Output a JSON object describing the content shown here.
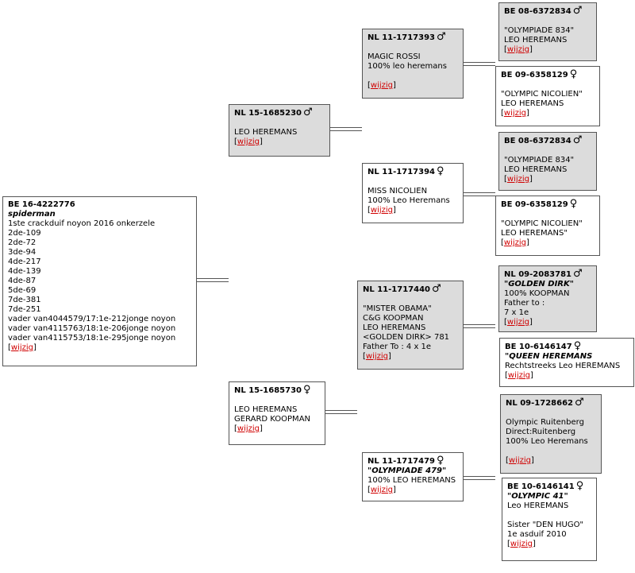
{
  "root": {
    "ring": "BE 16-4222776",
    "name": "spiderman",
    "lines": [
      "1ste crackduif noyon 2016 onkerzele",
      "2de-109",
      "2de-72",
      "3de-94",
      "4de-217",
      "4de-139",
      "4de-87",
      "5de-69",
      "7de-381",
      "7de-251",
      "vader van4044579/17:1e-212jonge noyon",
      "vader van4115763/18:1e-206jonge noyon",
      "vader van4115753/18:1e-295jonge noyon"
    ]
  },
  "sire": {
    "ring": "NL 15-1685230",
    "sex": "♂",
    "lines": [
      "",
      "LEO HEREMANS"
    ]
  },
  "dam": {
    "ring": "NL 15-1685730",
    "sex": "♀",
    "lines": [
      "",
      "LEO HEREMANS",
      "GERARD KOOPMAN"
    ]
  },
  "ss": {
    "ring": "NL 11-1717393",
    "sex": "♂",
    "lines": [
      "",
      "MAGIC ROSSI",
      "100% leo heremans",
      ""
    ]
  },
  "sd": {
    "ring": "NL 11-1717394",
    "sex": "♀",
    "lines": [
      "",
      "MISS NICOLIEN",
      "100% Leo Heremans"
    ]
  },
  "ds": {
    "ring": "NL 11-1717440",
    "sex": "♂",
    "lines": [
      "",
      "\"MISTER OBAMA\"",
      "C&G KOOPMAN",
      "LEO HEREMANS",
      "<GOLDEN DIRK> 781",
      "Father To : 4 x 1e"
    ]
  },
  "dd": {
    "ring": "NL 11-1717479",
    "sex": "♀",
    "name": "\"OLYMPIADE 479\"",
    "lines": [
      "100% LEO HEREMANS"
    ]
  },
  "sss": {
    "ring": "BE 08-6372834",
    "sex": "♂",
    "lines": [
      "",
      "\"OLYMPIADE 834\"",
      "LEO HEREMANS"
    ]
  },
  "ssd": {
    "ring": "BE 09-6358129",
    "sex": "♀",
    "lines": [
      "",
      "\"OLYMPIC NICOLIEN\"",
      "LEO HEREMANS"
    ]
  },
  "sds": {
    "ring": "BE 08-6372834",
    "sex": "♂",
    "lines": [
      "",
      "\"OLYMPIADE 834\"",
      "LEO HEREMANS"
    ]
  },
  "sdd": {
    "ring": "BE 09-6358129",
    "sex": "♀",
    "lines": [
      "",
      "\"OLYMPIC NICOLIEN\"",
      "LEO HEREMANS\""
    ]
  },
  "dss": {
    "ring": "NL 09-2083781",
    "sex": "♂",
    "name": "\"GOLDEN DIRK\"",
    "lines": [
      "100% KOOPMAN",
      "Father to :",
      "7 x 1e"
    ]
  },
  "dsd": {
    "ring": "BE 10-6146147",
    "sex": "♀",
    "name": "\"QUEEN HEREMANS",
    "lines": [
      "Rechtstreeks Leo HEREMANS"
    ]
  },
  "dds": {
    "ring": "NL 09-1728662",
    "sex": "♂",
    "lines": [
      "",
      "Olympic Ruitenberg",
      "Direct:Ruitenberg",
      "100% Leo Heremans",
      ""
    ]
  },
  "ddd": {
    "ring": "BE 10-6146141",
    "sex": "♀",
    "name": "\"OLYMPIC 41\"",
    "lines": [
      "Leo HEREMANS",
      "",
      "Sister \"DEN HUGO\"",
      "1e asduif 2010"
    ]
  },
  "edit_label": "wijzig"
}
